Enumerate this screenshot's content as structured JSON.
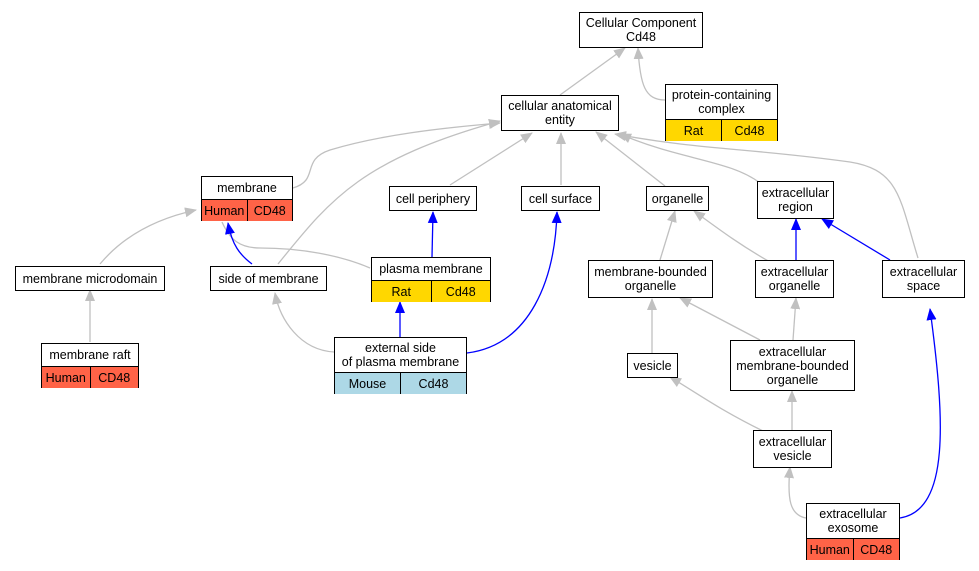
{
  "colors": {
    "gray_edge": "#c0c0c0",
    "blue_edge": "#0000ff",
    "rat": "#ffd700",
    "human": "#ff6347",
    "mouse": "#add8e6"
  },
  "nodes": {
    "cellular_component": {
      "label": "Cellular Component\nCd48"
    },
    "cellular_anatomical_entity": {
      "label": "cellular anatomical\nentity"
    },
    "protein_containing_complex": {
      "label": "protein-containing\ncomplex",
      "species": "Rat",
      "gene": "Cd48"
    },
    "membrane": {
      "label": "membrane",
      "species": "Human",
      "gene": "CD48"
    },
    "cell_periphery": {
      "label": "cell periphery"
    },
    "cell_surface": {
      "label": "cell surface"
    },
    "organelle": {
      "label": "organelle"
    },
    "extracellular_region": {
      "label": "extracellular\nregion"
    },
    "membrane_microdomain": {
      "label": "membrane microdomain"
    },
    "side_of_membrane": {
      "label": "side of membrane"
    },
    "plasma_membrane": {
      "label": "plasma membrane",
      "species": "Rat",
      "gene": "Cd48"
    },
    "membrane_bounded_organelle": {
      "label": "membrane-bounded\norganelle"
    },
    "extracellular_organelle": {
      "label": "extracellular\norganelle"
    },
    "extracellular_space": {
      "label": "extracellular\nspace"
    },
    "membrane_raft": {
      "label": "membrane raft",
      "species": "Human",
      "gene": "CD48"
    },
    "external_side_pm": {
      "label": "external side\nof plasma membrane",
      "species": "Mouse",
      "gene": "Cd48"
    },
    "vesicle": {
      "label": "vesicle"
    },
    "extracellular_mbo": {
      "label": "extracellular\nmembrane-bounded\norganelle"
    },
    "extracellular_vesicle": {
      "label": "extracellular\nvesicle"
    },
    "extracellular_exosome": {
      "label": "extracellular\nexosome",
      "species": "Human",
      "gene": "CD48"
    }
  }
}
